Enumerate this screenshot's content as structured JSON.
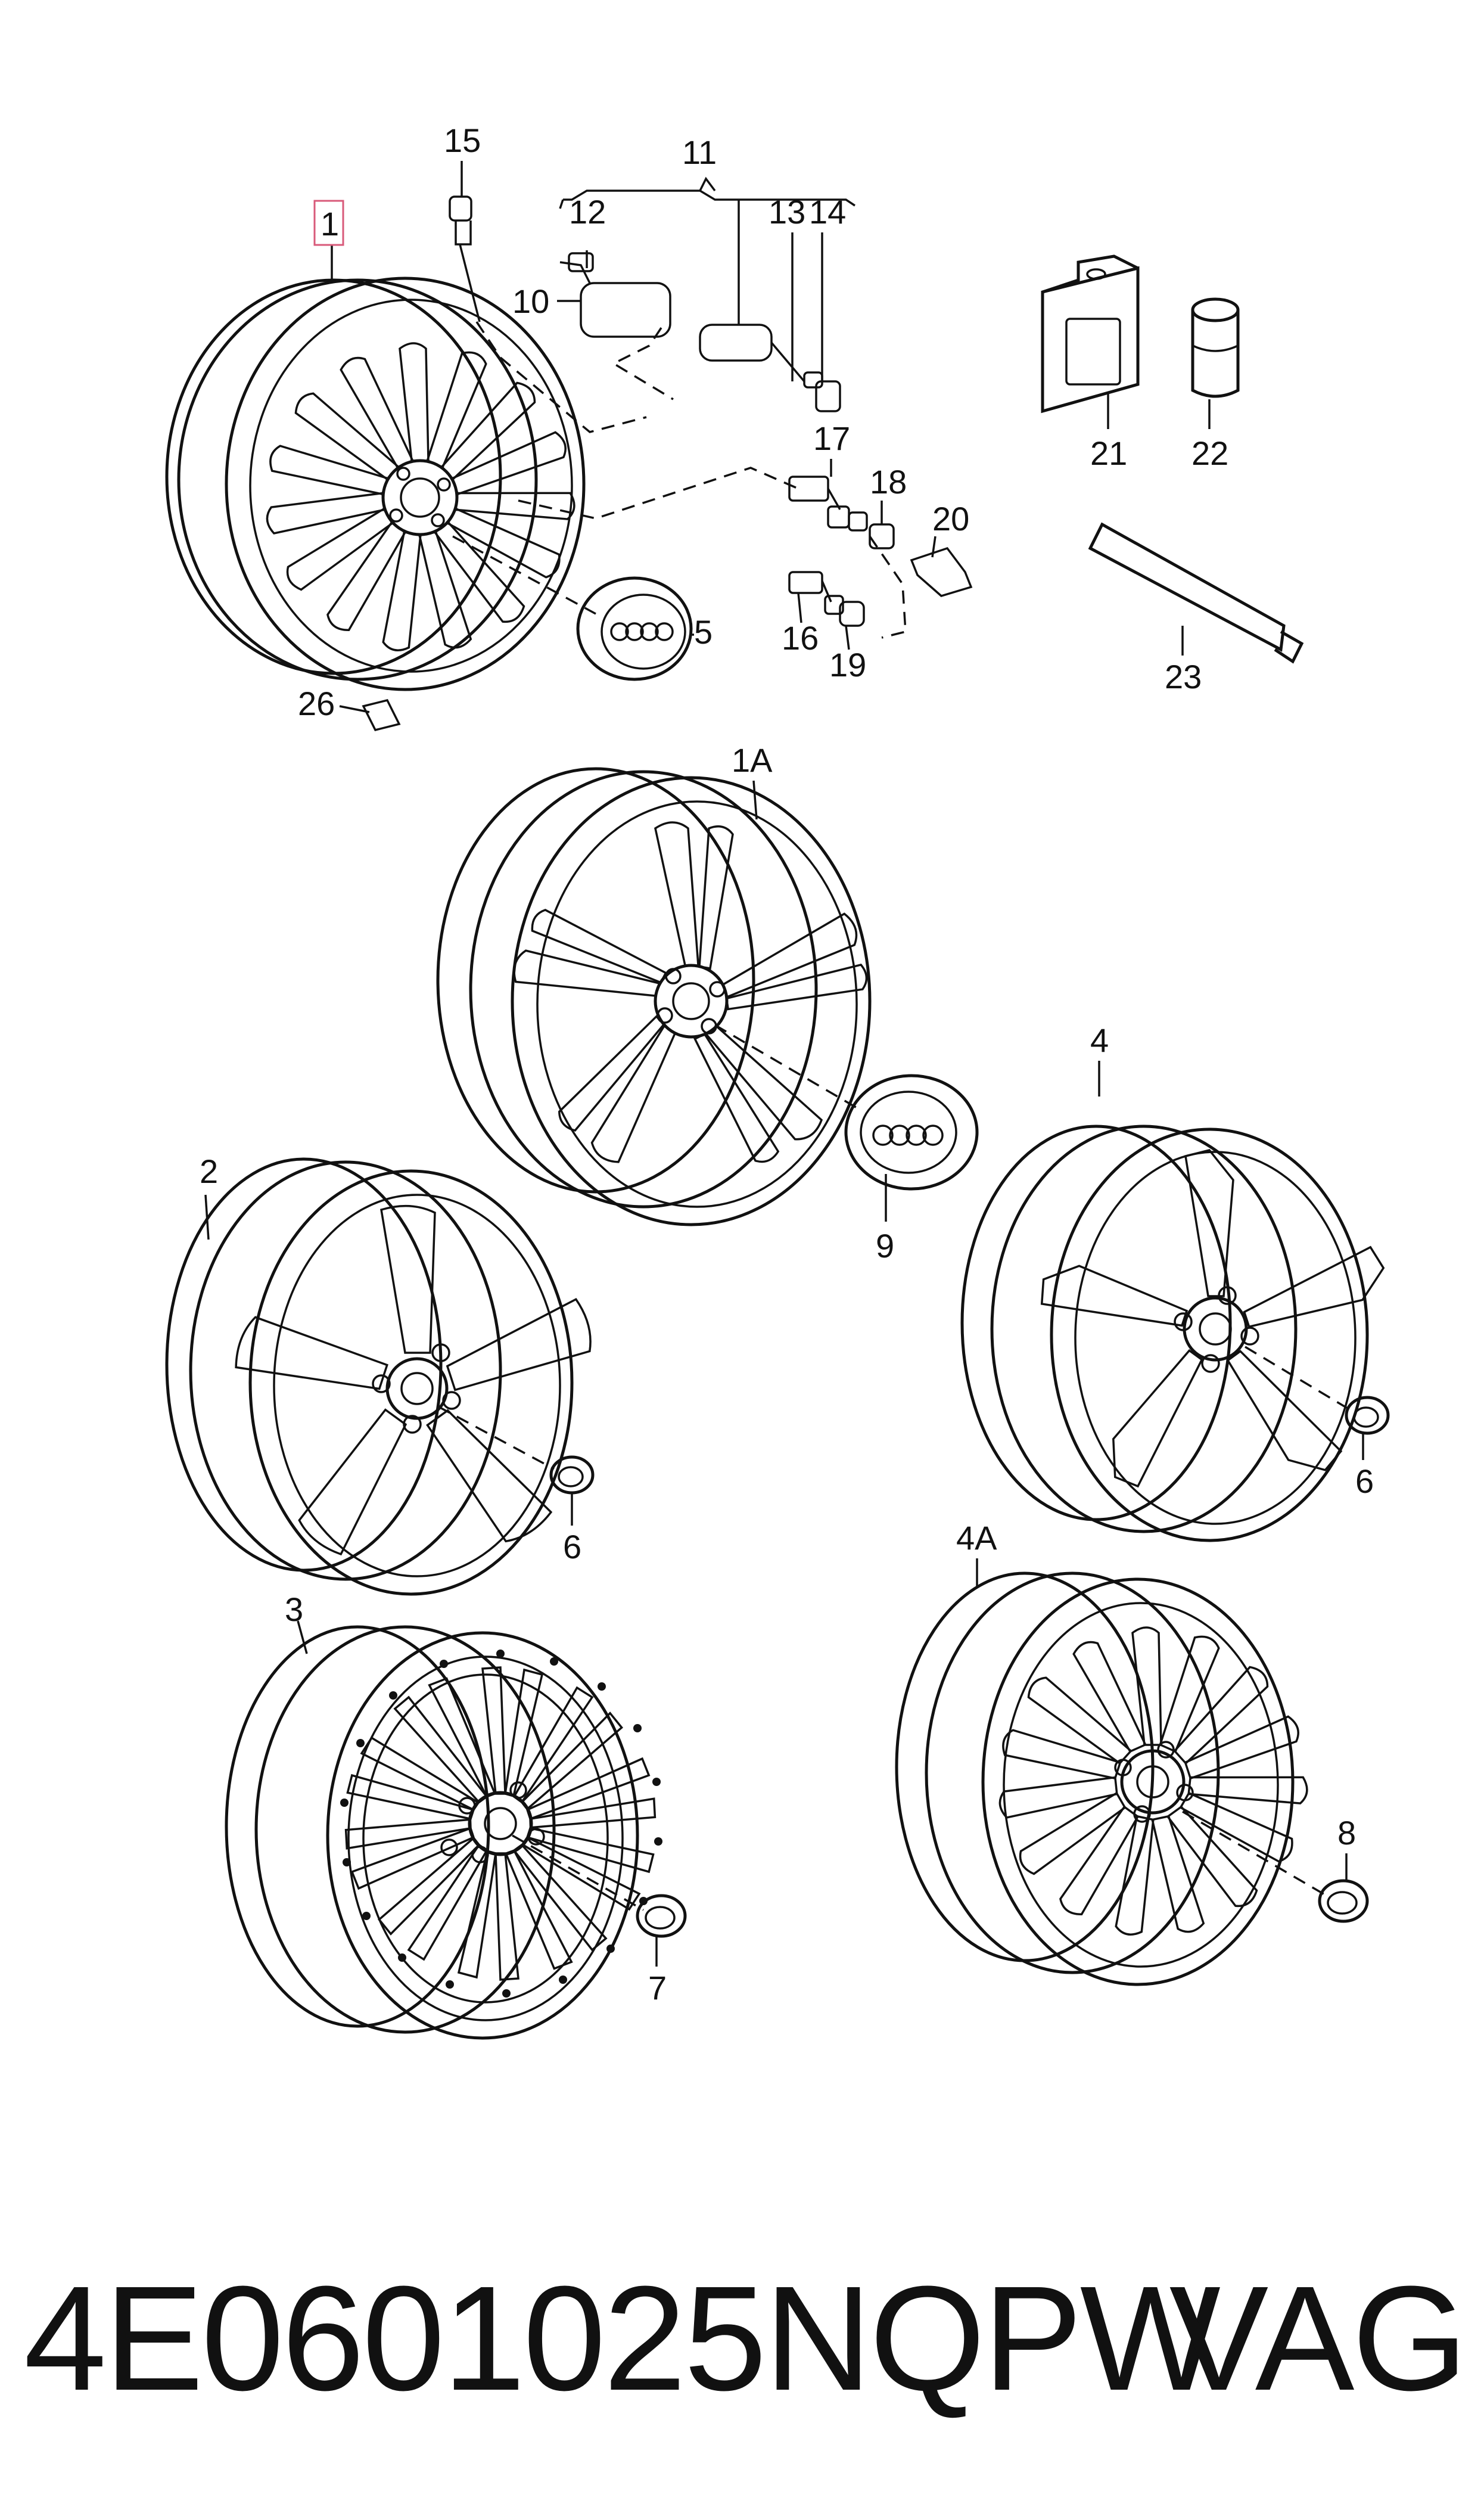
{
  "callouts": {
    "c1": "1",
    "c1A": "1A",
    "c2": "2",
    "c3": "3",
    "c4": "4",
    "c4A": "4A",
    "c5": "5",
    "c6a": "6",
    "c6b": "6",
    "c7": "7",
    "c8": "8",
    "c9": "9",
    "c10": "10",
    "c11": "11",
    "c12": "12",
    "c13": "13",
    "c14": "14",
    "c15": "15",
    "c16": "16",
    "c17": "17",
    "c18": "18",
    "c19": "19",
    "c20": "20",
    "c21": "21",
    "c22": "22",
    "c23": "23",
    "c26": "26"
  },
  "footer": {
    "part_number": "4E0601025NQPW",
    "brand": "VAG"
  },
  "colors": {
    "line": "#111111",
    "highlight_box": "#d85a7a",
    "background": "#ffffff"
  }
}
